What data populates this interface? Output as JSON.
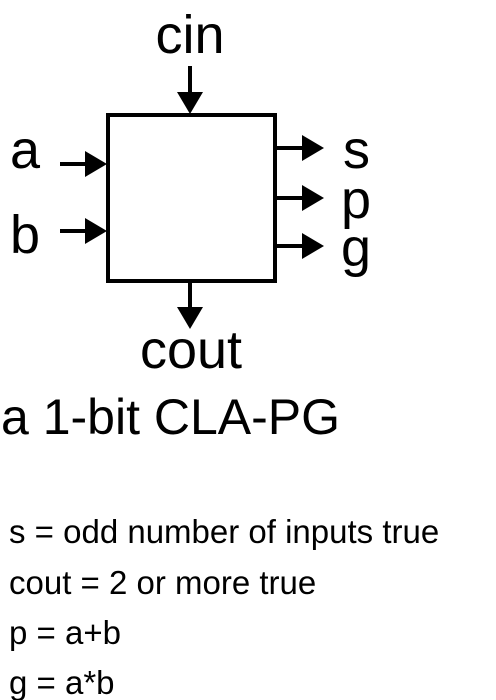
{
  "block": {
    "inputs": {
      "top": "cin",
      "left": [
        "a",
        "b"
      ]
    },
    "outputs": {
      "right": [
        "s",
        "p",
        "g"
      ],
      "bottom": "cout"
    }
  },
  "caption": "a 1-bit CLA-PG",
  "definitions": [
    "s = odd number of inputs true",
    "cout = 2 or more true",
    "p = a+b",
    "g = a*b"
  ]
}
